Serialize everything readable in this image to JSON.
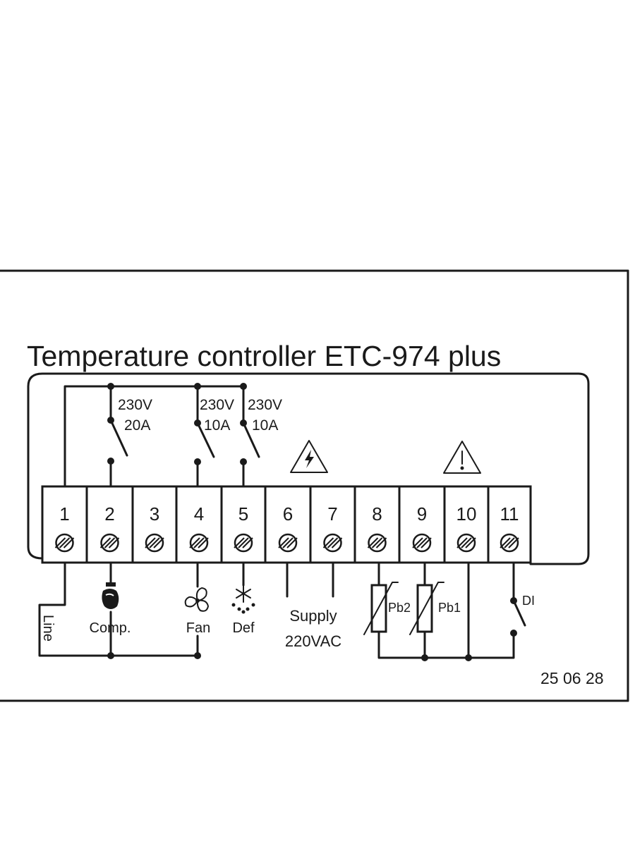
{
  "title": "Temperature controller ETC-974 plus",
  "terminals": [
    "1",
    "2",
    "3",
    "4",
    "5",
    "6",
    "7",
    "8",
    "9",
    "10",
    "11"
  ],
  "relays": [
    {
      "voltage": "230V",
      "current": "20A"
    },
    {
      "voltage": "230V",
      "current": "10A"
    },
    {
      "voltage": "230V",
      "current": "10A"
    }
  ],
  "loads": {
    "line": "Line",
    "comp": "Comp.",
    "fan": "Fan",
    "def": "Def",
    "supply_line1": "Supply",
    "supply_line2": "220VAC"
  },
  "probes": [
    "Pb2",
    "Pb1"
  ],
  "di": "DI",
  "code": "25 06 28",
  "icons": {
    "warning_supply": "high-voltage-warning-icon",
    "warning_probes": "caution-warning-icon",
    "compressor": "compressor-icon",
    "fan": "fan-icon",
    "defrost": "defrost-icon"
  }
}
